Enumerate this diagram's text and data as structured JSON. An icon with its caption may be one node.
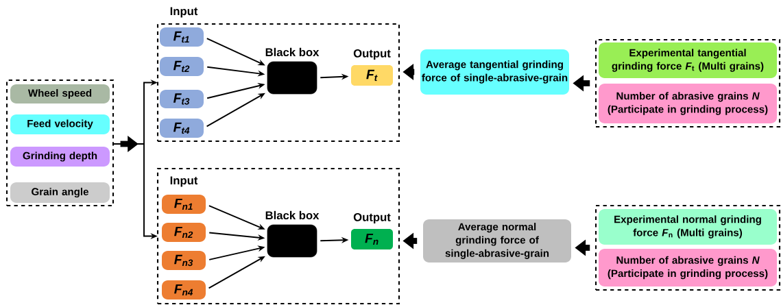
{
  "diagram": {
    "nodes": [
      {
        "text": [],
        "shape": "box"
      },
      {
        "text": [
          "Wheel speed"
        ],
        "in": 0
      },
      {
        "text": [
          "Feed velocity"
        ],
        "in": 0
      },
      {
        "text": [
          "Grinding depth"
        ],
        "in": 0
      },
      {
        "text": [
          "Grain angle"
        ],
        "in": 0
      },
      {
        "text": [
          "Input"
        ]
      },
      {
        "text": [
          "F$_{t1}$"
        ],
        "in": 5
      },
      {
        "text": [
          "F$_{t2}$"
        ],
        "in": 5
      },
      {
        "text": [
          "F$_{t3}$"
        ],
        "in": 5
      },
      {
        "text": [
          "F$_{t4}$"
        ],
        "in": 5
      },
      {
        "text": [
          "Black box"
        ],
        "in": 5
      },
      {
        "text": [
          "Output",
          "F$_{t}$"
        ],
        "in": 5
      },
      {
        "text": [
          "Input"
        ]
      },
      {
        "text": [
          "F$_{n1}$"
        ],
        "in": 12
      },
      {
        "text": [
          "F$_{n2}$"
        ],
        "in": 12
      },
      {
        "text": [
          "F$_{n3}$"
        ],
        "in": 12
      },
      {
        "text": [
          "F$_{n4}$"
        ],
        "in": 12
      },
      {
        "text": [
          "Black box"
        ],
        "in": 12
      },
      {
        "text": [
          "Output",
          "F$_{n}$"
        ],
        "in": 12
      },
      {
        "text": [
          "Average tangential grinding force of single-abrasive-grain"
        ]
      },
      {
        "text": [
          "Average normal grinding force of single-abrasive-grain"
        ]
      },
      {
        "text": [],
        "shape": "box"
      },
      {
        "text": [
          "Experimental tangential grinding force *F*$_{t}$ (Multi grains)"
        ],
        "in": 21
      },
      {
        "text": [
          "Number of abrasive grains *N* (Participate in grinding process)"
        ],
        "in": 21
      },
      {
        "text": [],
        "shape": "box"
      },
      {
        "text": [
          "Experimental normal grinding force *F*$_{n}$ (Multi grains)"
        ],
        "in": 24
      },
      {
        "text": [
          "Number of abrasive grains *N* (Participate in grinding process)"
        ],
        "in": 24
      }
    ],
    "edges": [
      {
        "from": 0,
        "to": 5,
        "arrow": "to"
      },
      {
        "from": 0,
        "to": 12,
        "arrow": "to"
      },
      {
        "from": 6,
        "to": 10,
        "arrow": "to"
      },
      {
        "from": 7,
        "to": 10,
        "arrow": "to"
      },
      {
        "from": 8,
        "to": 10,
        "arrow": "to"
      },
      {
        "from": 9,
        "to": 10,
        "arrow": "to"
      },
      {
        "from": 10,
        "to": 11,
        "arrow": "to"
      },
      {
        "from": 13,
        "to": 17,
        "arrow": "to"
      },
      {
        "from": 14,
        "to": 17,
        "arrow": "to"
      },
      {
        "from": 15,
        "to": 17,
        "arrow": "to"
      },
      {
        "from": 16,
        "to": 17,
        "arrow": "to"
      },
      {
        "from": 17,
        "to": 18,
        "arrow": "to"
      },
      {
        "from": 21,
        "to": 19,
        "arrow": "to",
        "style": "thick"
      },
      {
        "from": 19,
        "to": 5,
        "arrow": "to",
        "style": "thick"
      },
      {
        "from": 24,
        "to": 20,
        "arrow": "to",
        "style": "thick"
      },
      {
        "from": 20,
        "to": 12,
        "arrow": "to",
        "style": "thick"
      }
    ]
  }
}
